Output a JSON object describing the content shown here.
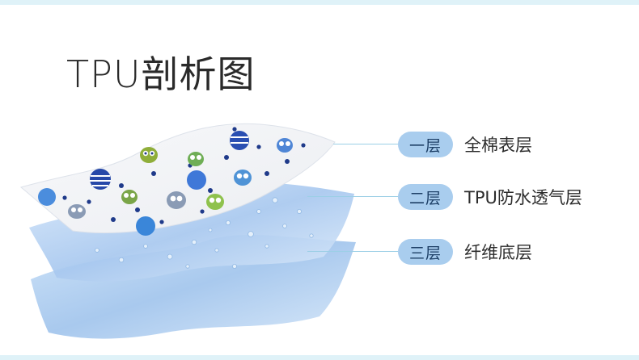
{
  "title": "TPU剖析图",
  "layers": [
    {
      "label": "一层",
      "desc": "全棉表层"
    },
    {
      "label": "二层",
      "desc": "TPU防水透气层"
    },
    {
      "label": "三层",
      "desc": "纤维底层"
    }
  ],
  "colors": {
    "pill_bg": "#a9cdee",
    "pill_text": "#1d3f66",
    "lead_line": "#9ccfe6",
    "fabric_top": "#f4f5f7",
    "tpu_layer": "#bcd7f3",
    "fiber_layer": "#b8d2f2"
  },
  "icons": [
    "owl-icon",
    "ball-icon",
    "dot-icon",
    "water-drop-icon"
  ]
}
